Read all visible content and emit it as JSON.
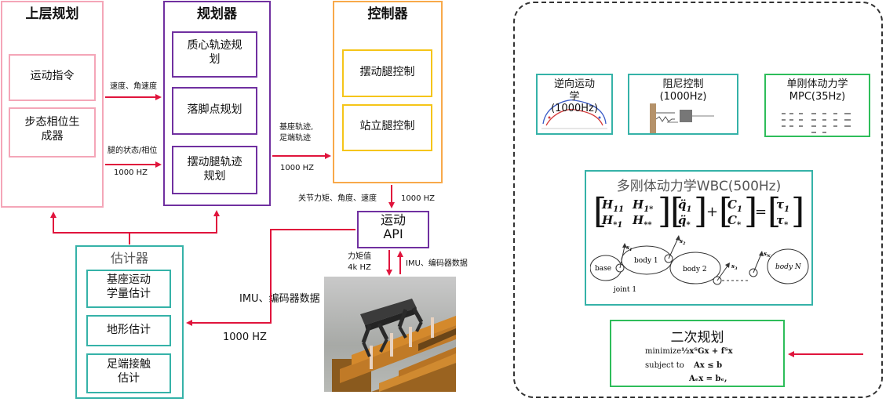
{
  "left_diagram": {
    "upper_planning": {
      "title": "上层规划",
      "motion_cmd": "运动指令",
      "gait_generator": "步态相位生\n成器"
    },
    "planner": {
      "title": "规划器",
      "com_traj": "质心轨迹规\n划",
      "foothold": "落脚点规划",
      "swing_traj": "摆动腿轨迹\n规划"
    },
    "controller": {
      "title": "控制器",
      "swing_ctrl": "摆动腿控制",
      "stance_ctrl": "站立腿控制"
    },
    "estimator": {
      "title": "估计器",
      "base_state": "基座运动\n学量估计",
      "terrain": "地形估计",
      "contact": "足端接触\n估计"
    },
    "api": "运动\nAPI",
    "labels": {
      "vel": "速度、角速度",
      "leg_state": "腿的状态/相位",
      "freq_1000_a": "1000 HZ",
      "base_traj": "基座轨迹,\n足端轨迹",
      "freq_1000_b": "1000 HZ",
      "joint_cmd": "关节力矩、角度、速度",
      "freq_1000_c": "1000 HZ",
      "torque": "力矩值\n4k HZ",
      "imu_enc_small": "IMU、编码器数据",
      "imu_enc_big": "IMU、编码器数据",
      "freq_1000_d": "1000 HZ"
    }
  },
  "right_diagram": {
    "ik": "逆向运动\n学\n(1000Hz)",
    "impedance": "阻尼控制\n(1000Hz)",
    "mpc": "单刚体动力学\nMPC(35Hz)",
    "wbc_title": "多刚体动力学WBC(500Hz)",
    "wbc_eq": {
      "m11": "H",
      "m11s": "11",
      "m12": "H",
      "m12s": "1*",
      "m21": "H",
      "m21s": "*1",
      "m22": "H",
      "m22s": "**",
      "q1": "q̈",
      "q1s": "1",
      "q2": "q̈",
      "q2s": "*",
      "c1": "C",
      "c1s": "1",
      "c2": "C",
      "c2s": "*",
      "t1": "τ",
      "t1s": "1",
      "t2": "τ",
      "t2s": "*"
    },
    "chain": {
      "base": "base",
      "body1": "body 1",
      "body2": "body 2",
      "bodyN": "body N",
      "joint1": "joint 1",
      "s1": "s",
      "s2": "s",
      "s3": "s",
      "sN": "s",
      "s1sub": "1",
      "s2sub": "2",
      "s3sub": "3",
      "sNsub": "N"
    },
    "qp_title": "二次规划",
    "qp": {
      "minimize": "minimize",
      "obj": "½xᵀGx + fᵀx",
      "subject_to": "subject to",
      "c1": "Ax ≤ b",
      "c2": "Aₑx = bₑ,"
    }
  },
  "colors": {
    "pink": "#f4a6b8",
    "purple": "#7030a0",
    "orange": "#f8a94a",
    "yellow": "#f5c518",
    "teal": "#35b2a8",
    "green": "#2ebd5a",
    "red": "#e0143c"
  }
}
